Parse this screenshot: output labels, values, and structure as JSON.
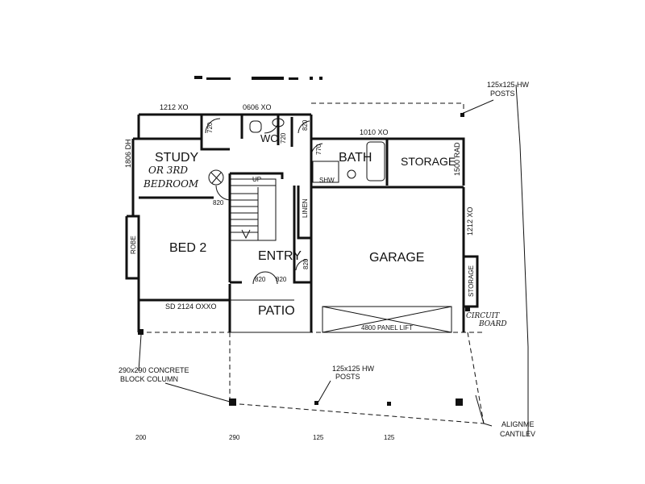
{
  "rooms": {
    "study": "STUDY",
    "study_note_1": "OR 3RD",
    "study_note_2": "BEDROOM",
    "wc": "WC",
    "bath": "BATH",
    "storage_top": "STORAGE",
    "bed2": "BED 2",
    "entry": "ENTRY",
    "garage": "GARAGE",
    "patio": "PATIO",
    "robe": "ROBE",
    "linen": "LINEN",
    "storage_side": "STORAGE",
    "shower": "SHW",
    "up": "UP"
  },
  "dimensions": {
    "win_1212_top": "1212 XO",
    "win_0606": "0606 XO",
    "win_1010": "1010 XO",
    "win_1806": "1806 DH",
    "win_1500": "1500 RAD",
    "win_1212_side": "1212 XO",
    "door_sd_2124": "SD 2124 OXXO",
    "panel_lift": "4800 PANEL LIFT",
    "door_720_a": "720",
    "door_720_b": "720",
    "door_820_wc": "820",
    "door_770": "770",
    "door_820_bed": "820",
    "door_820_entry": "820",
    "door_820_left": "820",
    "door_820_right": "820"
  },
  "annotations": {
    "posts_top_1": "125x125  HW",
    "posts_top_2": "POSTS",
    "posts_mid_1": "125x125  HW",
    "posts_mid_2": "POSTS",
    "column_1": "290x290  CONCRETE",
    "column_2": "BLOCK  COLUMN",
    "circuit_1": "CIRCUIT",
    "circuit_2": "BOARD",
    "align_1": "ALIGNME",
    "align_2": "CANTILEV"
  },
  "bottom_dims": [
    "200",
    "290",
    "125",
    "125"
  ]
}
